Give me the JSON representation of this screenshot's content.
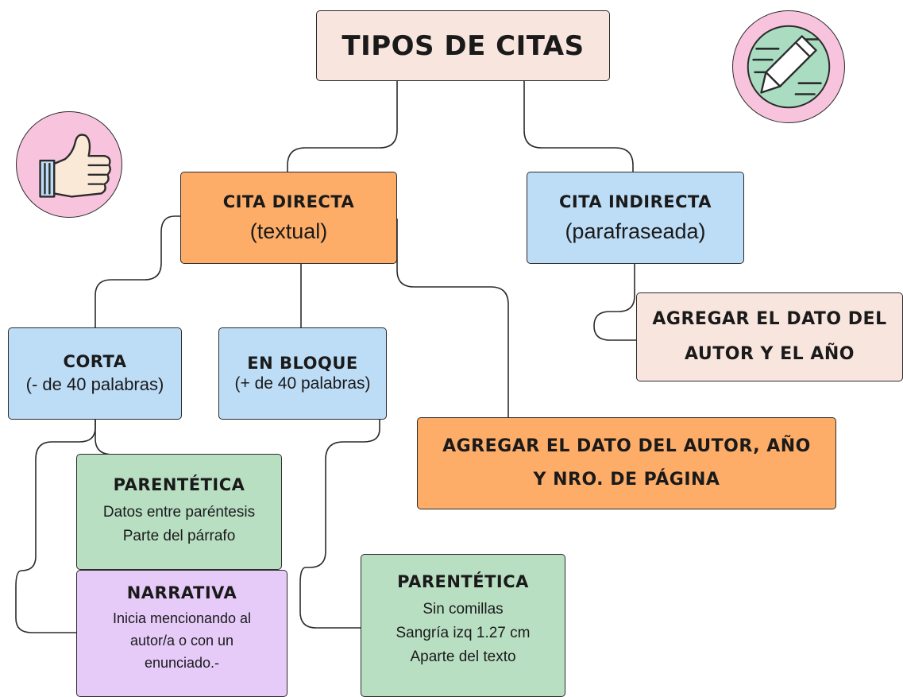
{
  "title": "TIPOS DE CITAS",
  "direct": {
    "title": "CITA DIRECTA",
    "subtitle": "(textual)"
  },
  "indirect": {
    "title": "CITA INDIRECTA",
    "subtitle": "(parafraseada)"
  },
  "indirect_note": {
    "line1": "AGREGAR EL DATO DEL",
    "line2": "AUTOR Y EL AÑO"
  },
  "corta": {
    "title": "CORTA",
    "subtitle": "(- de 40 palabras)"
  },
  "bloque": {
    "title": "EN BLOQUE",
    "subtitle": "(+ de 40 palabras)"
  },
  "direct_note": {
    "line1": "AGREGAR EL DATO DEL AUTOR, AÑO",
    "line2": "Y NRO. DE PÁGINA"
  },
  "parentetica_corta": {
    "title": "PARENTÉTICA",
    "lines": [
      "Datos entre paréntesis",
      "Parte del párrafo"
    ]
  },
  "narrativa": {
    "title": "NARRATIVA",
    "lines": [
      "Inicia mencionando al",
      "autor/a o con un",
      "enunciado.-"
    ]
  },
  "parentetica_bloque": {
    "title": "PARENTÉTICA",
    "lines": [
      "Sin comillas",
      "Sangría izq 1.27 cm",
      "Aparte del texto"
    ]
  },
  "icons": {
    "left": "thumbs-up-icon",
    "right": "pencil-icon"
  },
  "colors": {
    "peach": "#f8e5dd",
    "orange": "#fdad68",
    "blue": "#bddcf6",
    "green": "#b9dfc3",
    "purple": "#e6cbf9",
    "pink": "#f8c3dc",
    "mint": "#a9dcc0"
  }
}
